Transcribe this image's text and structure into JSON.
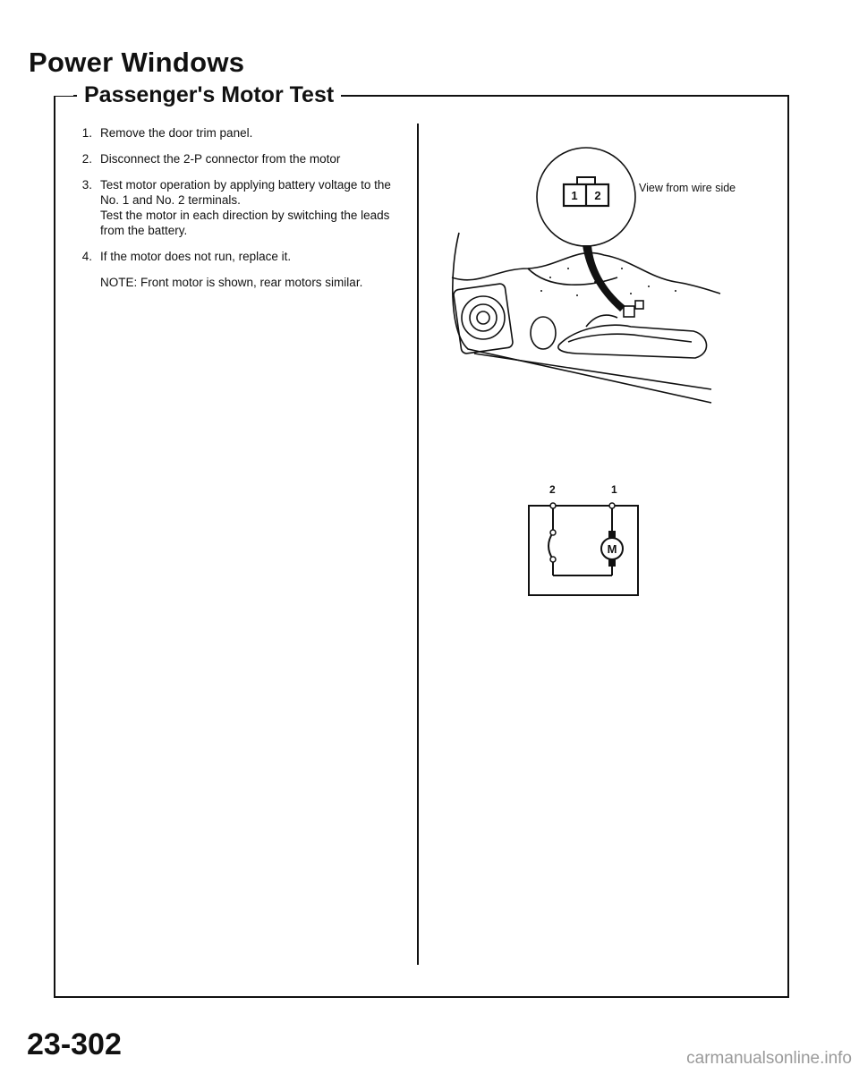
{
  "header": {
    "title": "Power Windows",
    "section": "Passenger's Motor Test"
  },
  "steps": [
    {
      "num": "1.",
      "lines": [
        "Remove the door trim panel."
      ]
    },
    {
      "num": "2.",
      "lines": [
        "Disconnect the 2-P connector from the motor"
      ]
    },
    {
      "num": "3.",
      "lines": [
        "Test motor operation by applying battery voltage to the No. 1 and No. 2 terminals.",
        "Test the motor in each direction by switching the leads from the battery."
      ]
    },
    {
      "num": "4.",
      "lines": [
        "If the motor does not run, replace it."
      ]
    }
  ],
  "note": "NOTE: Front motor is shown, rear motors similar.",
  "figure": {
    "connector_view_label": "View from wire side",
    "connector_pin_1": "1",
    "connector_pin_2": "2"
  },
  "circuit": {
    "terminal_2": "2",
    "terminal_1": "1",
    "motor_symbol": "M"
  },
  "footer": {
    "page_number": "23-302",
    "watermark": "carmanualsonline.info"
  }
}
